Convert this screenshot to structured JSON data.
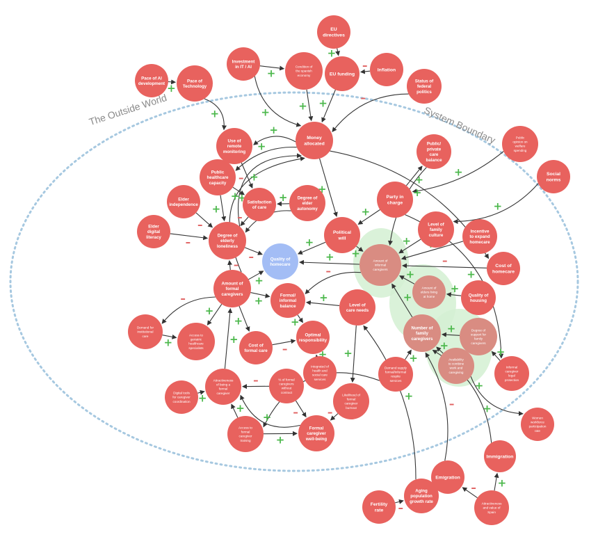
{
  "labels": {
    "outside_world": "The Outside World",
    "system_boundary": "System Boundary"
  },
  "colors": {
    "node": "#e8625e",
    "node_highlight": "#a3bdf5",
    "node_muted": "#d98c82",
    "cluster": "#d4f0d2",
    "boundary": "#a6c8e0",
    "edge": "#333333",
    "plus": "#4cb84c",
    "minus": "#e06060"
  },
  "nodes": [
    {
      "id": "eu-directives",
      "label": "EU directives"
    },
    {
      "id": "pace-of-ai",
      "label": "Pace of AI development"
    },
    {
      "id": "pace-of-technology",
      "label": "Pace of Technology"
    },
    {
      "id": "investment-in-it",
      "label": "Investment in IT / AI"
    },
    {
      "id": "condition-spanish-economy",
      "label": "Condition of the spanish economy"
    },
    {
      "id": "eu-funding",
      "label": "EU funding"
    },
    {
      "id": "inflation",
      "label": "Inflation"
    },
    {
      "id": "status-federal-politics",
      "label": "Status of federal politics"
    },
    {
      "id": "money-allocated",
      "label": "Money allocated"
    },
    {
      "id": "use-remote-monitoring",
      "label": "Use of remote monitoring"
    },
    {
      "id": "public-private-care-balance",
      "label": "Public/ private care balance"
    },
    {
      "id": "public-opinion-welfare",
      "label": "Public opinion on welfare spending"
    },
    {
      "id": "social-norms",
      "label": "Social norms"
    },
    {
      "id": "public-healthcare-capacity",
      "label": "Public healthcare capacity"
    },
    {
      "id": "elder-independence",
      "label": "Elder independence"
    },
    {
      "id": "satisfaction-of-care",
      "label": "Satisfaction of care"
    },
    {
      "id": "degree-elder-autonomy",
      "label": "Degree of elder autonomy"
    },
    {
      "id": "party-in-charge",
      "label": "Party in charge"
    },
    {
      "id": "level-family-culture",
      "label": "Level of family culture"
    },
    {
      "id": "incentive-homecare",
      "label": "Incentive to expand homecare"
    },
    {
      "id": "elder-digital-literacy",
      "label": "Elder digital literacy"
    },
    {
      "id": "degree-elderly-loneliness",
      "label": "Degree of elderly loneliness"
    },
    {
      "id": "quality-of-homecare",
      "label": "Quality of homecare"
    },
    {
      "id": "political-will",
      "label": "Political will"
    },
    {
      "id": "amount-informal-caregivers",
      "label": "Amount of informal caregivers"
    },
    {
      "id": "cost-of-homecare",
      "label": "Cost of homecare"
    },
    {
      "id": "amount-elders-at-home",
      "label": "Amount of elders living at home"
    },
    {
      "id": "quality-of-housing",
      "label": "Quality of housing"
    },
    {
      "id": "amount-formal-caregivers",
      "label": "Amount of formal caregivers"
    },
    {
      "id": "formal-informal-balance",
      "label": "Formal/ informal balance"
    },
    {
      "id": "level-care-needs",
      "label": "Level of care needs"
    },
    {
      "id": "number-family-caregivers",
      "label": "Number of family caregivers"
    },
    {
      "id": "degree-support-family-caregivers",
      "label": "Degree of support for family caregivers"
    },
    {
      "id": "demand-institutional-care",
      "label": "Demand for institutional care"
    },
    {
      "id": "access-geriatric-specialists",
      "label": "Access to geriatric healthcare specialists"
    },
    {
      "id": "cost-formal-care",
      "label": "Cost of formal care"
    },
    {
      "id": "optimal-responsibility",
      "label": "Optimal responsibility"
    },
    {
      "id": "integrated-health-social",
      "label": "Integrated of health and social care services"
    },
    {
      "id": "demand-respite",
      "label": "Demand supply formal/informal respite services"
    },
    {
      "id": "availability-combine-work-care",
      "label": "Availability to combine work and caregiving"
    },
    {
      "id": "informal-caregiver-legal",
      "label": "Informal caregiver legal protection"
    },
    {
      "id": "digital-tools-coordination",
      "label": "Digital tools for caregiver coordination"
    },
    {
      "id": "attractiveness-formal-caregiver",
      "label": "Attractiveness of being a formal caregiver"
    },
    {
      "id": "pct-formal-without-contract",
      "label": "% of formal caregivers without contract"
    },
    {
      "id": "likelihood-burnout",
      "label": "Likelihood of formal caregiver burnout"
    },
    {
      "id": "access-formal-training",
      "label": "Access to formal caregiver training"
    },
    {
      "id": "formal-caregiver-wellbeing",
      "label": "Formal caregiver well-being"
    },
    {
      "id": "women-workforce-participation",
      "label": "Women workforce participation rate"
    },
    {
      "id": "immigration",
      "label": "Immigration"
    },
    {
      "id": "emigration",
      "label": "Emigration"
    },
    {
      "id": "aging-population-growth",
      "label": "Aging population growth rate"
    },
    {
      "id": "fertility-rate",
      "label": "Fertility rate"
    },
    {
      "id": "attractiveness-spain",
      "label": "Attractiveness and value of Spain"
    }
  ]
}
